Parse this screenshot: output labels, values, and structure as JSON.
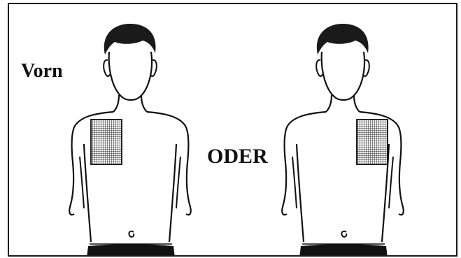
{
  "labels": {
    "front": "Vorn",
    "or": "ODER"
  },
  "figures": [
    {
      "name": "left-figure",
      "pad_side": "right-chest"
    },
    {
      "name": "right-figure",
      "pad_side": "left-chest"
    }
  ],
  "colors": {
    "line": "#111111",
    "hair": "#1a1a1a",
    "pad_grid": "#222222",
    "frame": "#1a1a1a",
    "background": "#ffffff"
  }
}
